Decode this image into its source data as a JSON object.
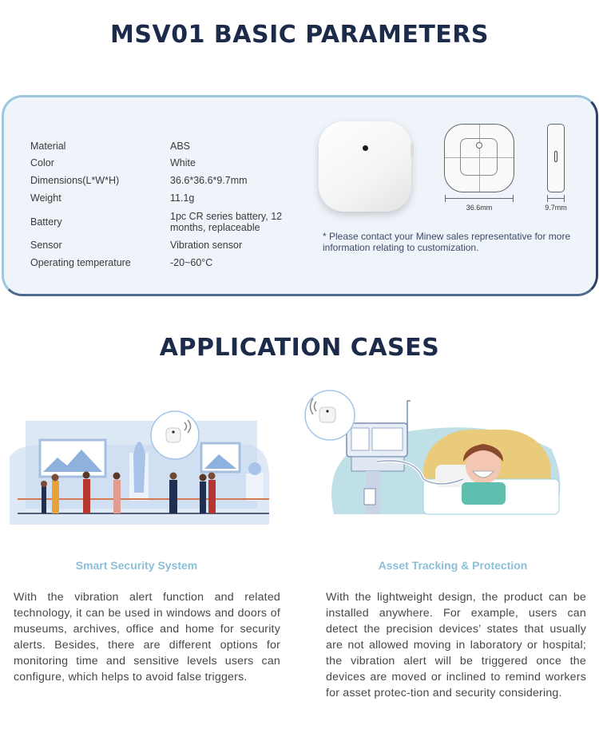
{
  "basic_parameters": {
    "title": "MSV01 BASIC PARAMETERS",
    "rows": [
      {
        "label": "Material",
        "value": "ABS"
      },
      {
        "label": "Color",
        "value": "White"
      },
      {
        "label": "Dimensions(L*W*H)",
        "value": "36.6*36.6*9.7mm"
      },
      {
        "label": "Weight",
        "value": "11.1g"
      },
      {
        "label": "Battery",
        "value": "1pc CR series battery, 12 months, replaceable"
      },
      {
        "label": "Sensor",
        "value": "Vibration sensor"
      },
      {
        "label": "Operating temperature",
        "value": "-20~60°C"
      }
    ],
    "dim_width": "36.6mm",
    "dim_thickness": "9.7mm",
    "note": "* Please contact your Minew sales representative for more information relating to customization."
  },
  "application_cases": {
    "title": "APPLICATION CASES",
    "cases": [
      {
        "title": "Smart Security System",
        "text": "With the vibration alert function and related technology, it can be used in windows and doors of museums, archives, office and home for security alerts. Besides, there are different options for monitoring time and sensitive levels users can configure, which helps to avoid false triggers."
      },
      {
        "title": "Asset Tracking & Protection",
        "text": "With the lightweight design, the product can be installed anywhere. For example, users can detect the precision devices’ states that usually are not allowed moving in laboratory or hospital; the vibration alert will be triggered once the devices are moved or inclined to remind workers for asset protec-tion and security considering."
      }
    ]
  },
  "colors": {
    "heading": "#1c2b4a",
    "accent": "#8cbfd7",
    "card_bg": "#eef4fa"
  }
}
